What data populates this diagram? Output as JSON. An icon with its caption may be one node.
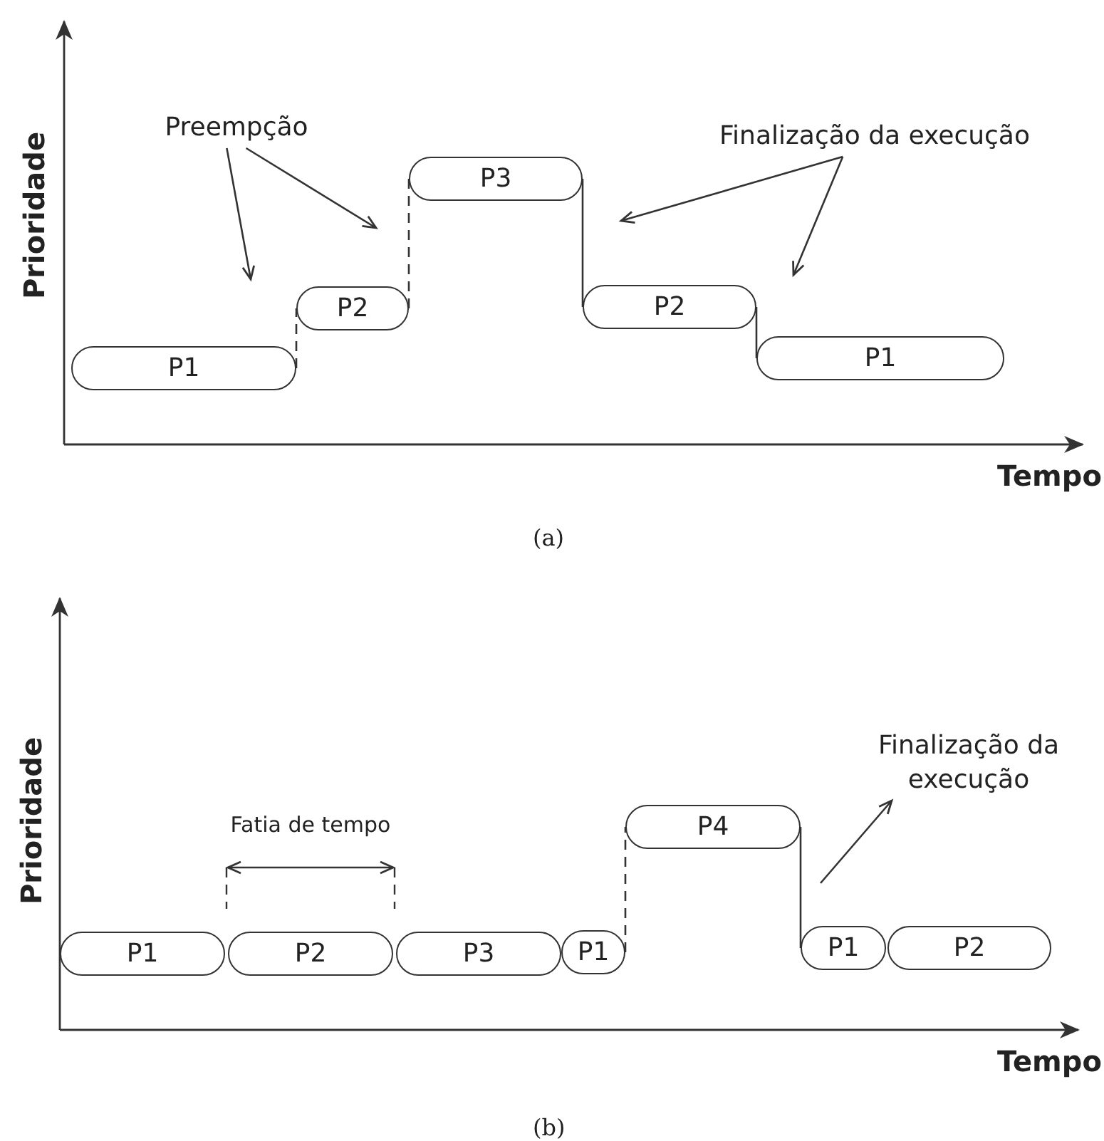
{
  "diagram": {
    "nodes": [
      {
        "text": [
          "P1"
        ]
      },
      {
        "text": [
          "P2"
        ]
      },
      {
        "text": [
          "P3"
        ]
      },
      {
        "text": [
          "P2"
        ]
      },
      {
        "text": [
          "P1"
        ]
      },
      {
        "text": [
          "Preempção"
        ]
      },
      {
        "text": [
          "Finalização da execução"
        ]
      },
      {
        "text": [
          "P1"
        ]
      },
      {
        "text": [
          "P2"
        ]
      },
      {
        "text": [
          "P3"
        ]
      },
      {
        "text": [
          "P1"
        ]
      },
      {
        "text": [
          "P4"
        ]
      },
      {
        "text": [
          "P1"
        ]
      },
      {
        "text": [
          "P2"
        ]
      },
      {
        "text": [
          "Finalização da execução"
        ]
      }
    ],
    "edges": [
      {
        "from": 5,
        "to": null,
        "arrow": "to"
      },
      {
        "from": 5,
        "to": null,
        "arrow": "to"
      },
      {
        "from": 6,
        "to": null,
        "arrow": "to"
      },
      {
        "from": 6,
        "to": null,
        "arrow": "to"
      },
      {
        "from": 0,
        "to": 1,
        "arrow": "none",
        "style": "dashed"
      },
      {
        "from": 1,
        "to": 2,
        "arrow": "none",
        "style": "dashed"
      },
      {
        "from": 2,
        "to": 3,
        "arrow": "none"
      },
      {
        "from": 3,
        "to": 4,
        "arrow": "none"
      },
      {
        "from": 10,
        "to": 11,
        "arrow": "none",
        "style": "dashed"
      },
      {
        "from": 11,
        "to": 12,
        "arrow": "none"
      },
      {
        "from": null,
        "to": 14,
        "arrow": "to"
      }
    ],
    "labels": [
      "Prioridade",
      "Tempo",
      "(a)",
      "Prioridade",
      "Fatia de tempo",
      "Tempo",
      "(b)"
    ]
  }
}
